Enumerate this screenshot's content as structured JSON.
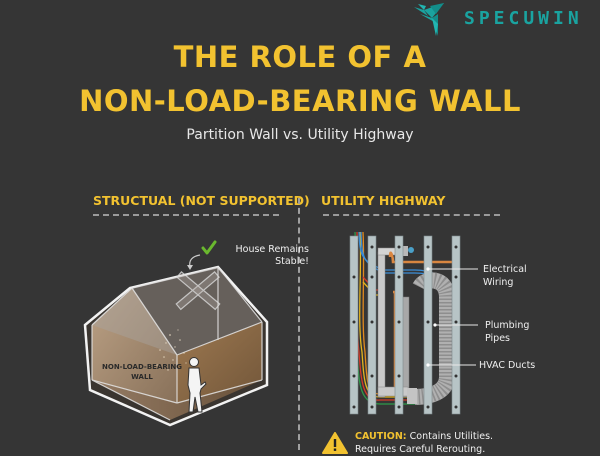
{
  "brand": {
    "name": "SPECUWIN",
    "logo_icon": "origami-bird-icon",
    "color": "#1aa3a0"
  },
  "header": {
    "title_line1": "THE ROLE OF A",
    "title_line2": "NON-LOAD-BEARING WALL",
    "subtitle": "Partition Wall vs. Utility Highway"
  },
  "colors": {
    "accent": "#f2c230",
    "background": "#353535",
    "check": "#6ab82e"
  },
  "left_panel": {
    "heading": "STRUCTUAL (NOT SUPPORTED)",
    "stable_line1": "House Remains",
    "stable_line2": "Stable!",
    "check_icon": "checkmark-icon",
    "wall_label_line1": "NON-LOAD-BEARING",
    "wall_label_line2": "WALL"
  },
  "right_panel": {
    "heading": "UTILITY HIGHWAY",
    "callouts": [
      {
        "line1": "Electrical",
        "line2": "Wiring"
      },
      {
        "line1": "Plumbing",
        "line2": "Pipes"
      },
      {
        "line1": "HVAC Ducts",
        "line2": ""
      }
    ],
    "caution_label": "CAUTION:",
    "caution_line1": "Contains Utilities.",
    "caution_line2": "Requires Careful Rerouting."
  }
}
